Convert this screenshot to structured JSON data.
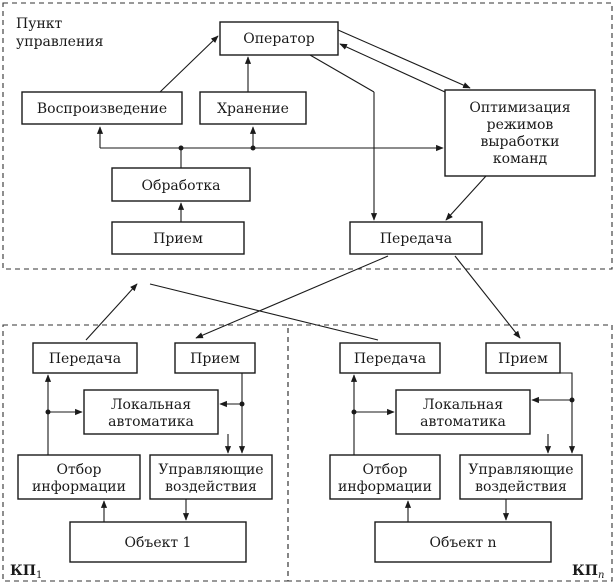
{
  "control_point": {
    "title_line1": "Пункт",
    "title_line2": "управления",
    "operator": "Оператор",
    "playback": "Воспроизведение",
    "storage": "Хранение",
    "optimization_line1": "Оптимизация",
    "optimization_line2": "режимов",
    "optimization_line3": "выработки",
    "optimization_line4": "команд",
    "processing": "Обработка",
    "receive": "Прием",
    "transmit": "Передача"
  },
  "station_1": {
    "transmit": "Передача",
    "receive": "Прием",
    "local_line1": "Локальная",
    "local_line2": "автоматика",
    "info_line1": "Отбор",
    "info_line2": "информации",
    "control_line1": "Управляющие",
    "control_line2": "воздействия",
    "object": "Объект 1",
    "label_main": "КП",
    "label_sub": "1"
  },
  "station_n": {
    "transmit": "Передача",
    "receive": "Прием",
    "local_line1": "Локальная",
    "local_line2": "автоматика",
    "info_line1": "Отбор",
    "info_line2": "информации",
    "control_line1": "Управляющие",
    "control_line2": "воздействия",
    "object": "Объект n",
    "label_main": "КП",
    "label_sub": "n"
  }
}
